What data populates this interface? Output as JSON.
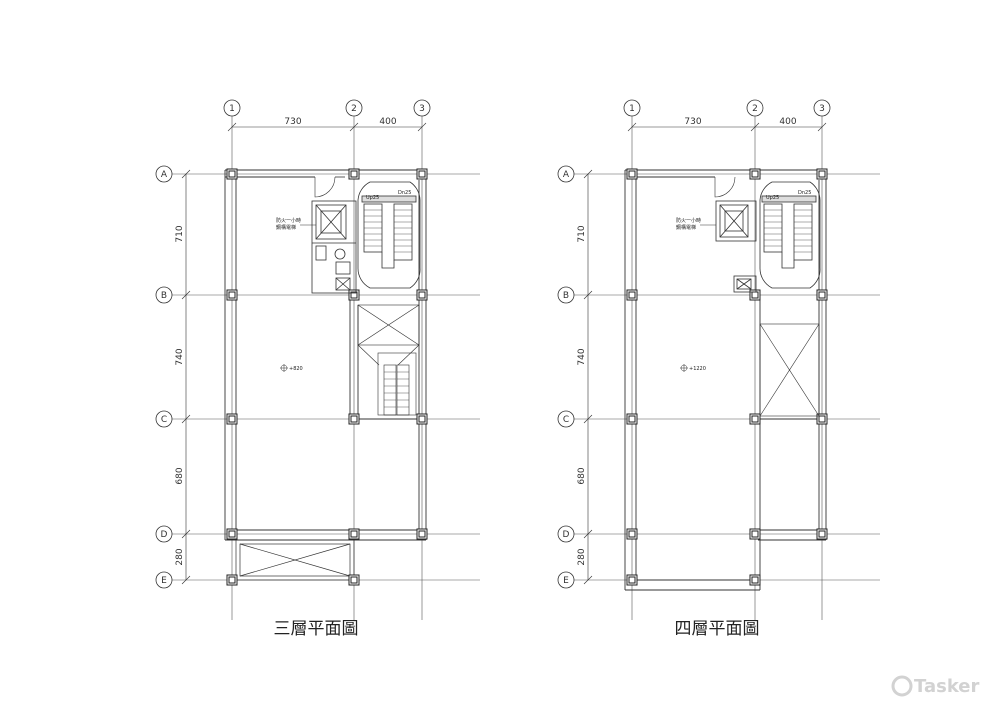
{
  "plans": [
    {
      "title": "三層平面圖",
      "area_label": "+820",
      "x_axes": [
        "1",
        "2",
        "3"
      ],
      "x_dims": [
        "730",
        "400"
      ],
      "y_axes": [
        "A",
        "B",
        "C",
        "D",
        "E"
      ],
      "y_dims": [
        "710",
        "740",
        "680",
        "280"
      ],
      "stair_up": "Up25",
      "stair_down": "Dn25",
      "elevator_note_1": "防火一小時",
      "elevator_note_2": "鋼構電梯"
    },
    {
      "title": "四層平面圖",
      "area_label": "+1220",
      "x_axes": [
        "1",
        "2",
        "3"
      ],
      "x_dims": [
        "730",
        "400"
      ],
      "y_axes": [
        "A",
        "B",
        "C",
        "D",
        "E"
      ],
      "y_dims": [
        "710",
        "740",
        "680",
        "280"
      ],
      "stair_up": "Up25",
      "stair_down": "Dn25",
      "elevator_note_1": "防火一小時",
      "elevator_note_2": "鋼構電梯"
    }
  ],
  "logo": {
    "text": "Tasker"
  }
}
